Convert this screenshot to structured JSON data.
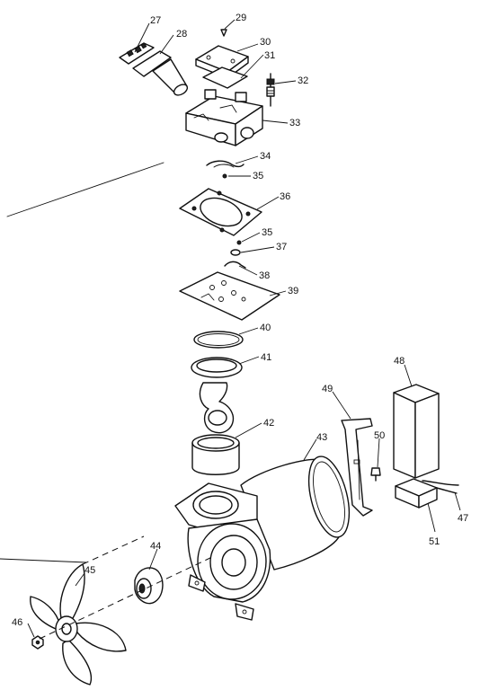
{
  "callouts": {
    "n27": "27",
    "n28": "28",
    "n29": "29",
    "n30": "30",
    "n31": "31",
    "n32": "32",
    "n33": "33",
    "n34": "34",
    "n35a": "35",
    "n36": "36",
    "n35b": "35",
    "n37": "37",
    "n38": "38",
    "n39": "39",
    "n40": "40",
    "n41": "41",
    "n42": "42",
    "n43": "43",
    "n44": "44",
    "n45": "45",
    "n46": "46",
    "n47": "47",
    "n48": "48",
    "n49": "49",
    "n50": "50",
    "n51": "51"
  },
  "colors": {
    "ink": "#111111",
    "paper": "#ffffff"
  }
}
